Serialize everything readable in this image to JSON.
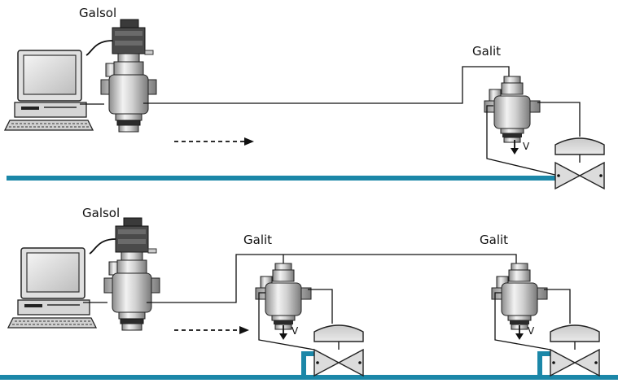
{
  "panels": [
    {
      "id": "top",
      "controller_label": "Galsol",
      "remote_labels": [
        "Galit"
      ],
      "flow_label": "V"
    },
    {
      "id": "bottom",
      "controller_label": "Galsol",
      "remote_labels": [
        "Galit",
        "Galit"
      ],
      "flow_labels": [
        "V",
        "V"
      ]
    }
  ],
  "colors": {
    "pipe": "#1b87a8",
    "line": "#111111",
    "metal_light": "#e6e6e6",
    "metal_mid": "#b9b9b9",
    "metal_dark": "#555555",
    "coil": "#3a3a3a"
  },
  "icons": [
    "computer-icon",
    "galsol-valve-icon",
    "galit-valve-icon",
    "hydraulic-valve-icon",
    "flow-arrow-icon"
  ]
}
